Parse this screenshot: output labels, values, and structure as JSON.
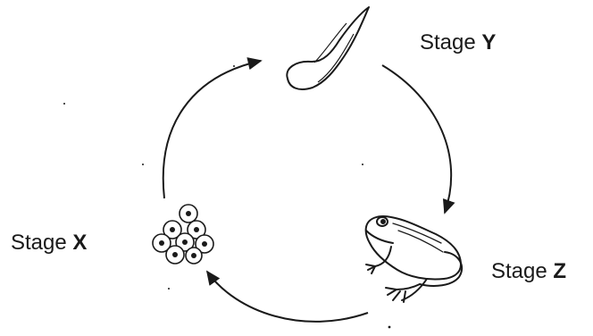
{
  "stages": {
    "x": {
      "word": "Stage",
      "letter": "X"
    },
    "y": {
      "word": "Stage",
      "letter": "Y"
    },
    "z": {
      "word": "Stage",
      "letter": "Z"
    }
  },
  "icons": {
    "eggs": "frog-eggs-icon",
    "tadpole": "tadpole-icon",
    "frog": "frog-icon"
  },
  "colors": {
    "ink": "#1a1a1a",
    "background": "#ffffff"
  }
}
